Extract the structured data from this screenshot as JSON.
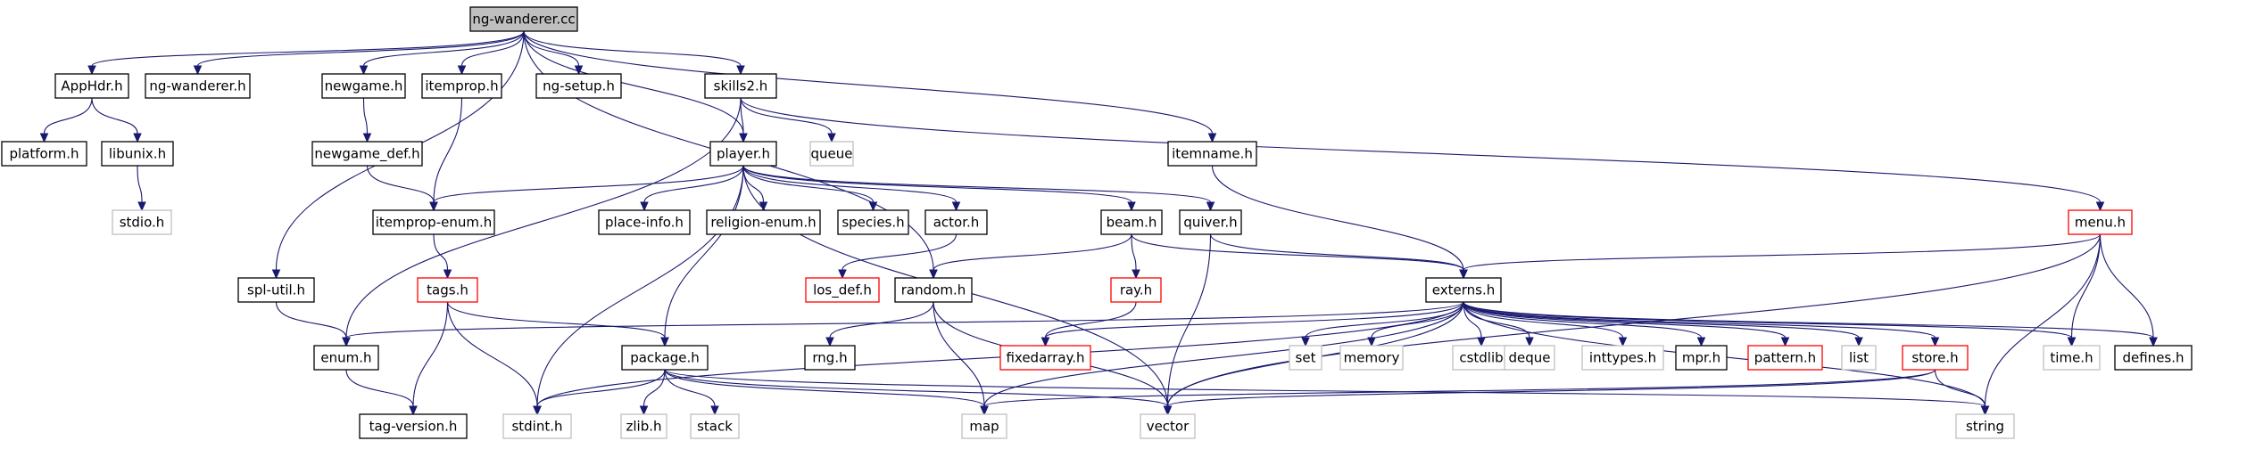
{
  "colors": {
    "edge": "#191970",
    "border_normal": "#000000",
    "border_truncated": "#ff0000",
    "border_external": "#bfbfbf",
    "fill_root": "#bfbfbf",
    "fill": "#ffffff"
  },
  "nodes": [
    {
      "id": "ng_wanderer_cc",
      "label": "ng-wanderer.cc",
      "kind": "root"
    },
    {
      "id": "apphdr_h",
      "label": "AppHdr.h",
      "kind": "normal"
    },
    {
      "id": "ng_wanderer_h",
      "label": "ng-wanderer.h",
      "kind": "normal"
    },
    {
      "id": "newgame_h",
      "label": "newgame.h",
      "kind": "normal"
    },
    {
      "id": "itemprop_h",
      "label": "itemprop.h",
      "kind": "normal"
    },
    {
      "id": "ng_setup_h",
      "label": "ng-setup.h",
      "kind": "normal"
    },
    {
      "id": "skills2_h",
      "label": "skills2.h",
      "kind": "normal"
    },
    {
      "id": "itemname_h",
      "label": "itemname.h",
      "kind": "normal"
    },
    {
      "id": "platform_h",
      "label": "platform.h",
      "kind": "normal"
    },
    {
      "id": "libunix_h",
      "label": "libunix.h",
      "kind": "normal"
    },
    {
      "id": "newgame_def_h",
      "label": "newgame_def.h",
      "kind": "normal"
    },
    {
      "id": "player_h",
      "label": "player.h",
      "kind": "normal"
    },
    {
      "id": "queue",
      "label": "queue",
      "kind": "external"
    },
    {
      "id": "stdio_h",
      "label": "stdio.h",
      "kind": "external"
    },
    {
      "id": "itemprop_enum_h",
      "label": "itemprop-enum.h",
      "kind": "normal"
    },
    {
      "id": "place_info_h",
      "label": "place-info.h",
      "kind": "normal"
    },
    {
      "id": "religion_enum_h",
      "label": "religion-enum.h",
      "kind": "normal"
    },
    {
      "id": "species_h",
      "label": "species.h",
      "kind": "normal"
    },
    {
      "id": "actor_h",
      "label": "actor.h",
      "kind": "normal"
    },
    {
      "id": "beam_h",
      "label": "beam.h",
      "kind": "normal"
    },
    {
      "id": "quiver_h",
      "label": "quiver.h",
      "kind": "normal"
    },
    {
      "id": "menu_h",
      "label": "menu.h",
      "kind": "truncated"
    },
    {
      "id": "spl_util_h",
      "label": "spl-util.h",
      "kind": "normal"
    },
    {
      "id": "tags_h",
      "label": "tags.h",
      "kind": "truncated"
    },
    {
      "id": "los_def_h",
      "label": "los_def.h",
      "kind": "truncated"
    },
    {
      "id": "ray_h",
      "label": "ray.h",
      "kind": "truncated"
    },
    {
      "id": "random_h",
      "label": "random.h",
      "kind": "normal"
    },
    {
      "id": "externs_h",
      "label": "externs.h",
      "kind": "normal"
    },
    {
      "id": "enum_h",
      "label": "enum.h",
      "kind": "normal"
    },
    {
      "id": "package_h",
      "label": "package.h",
      "kind": "normal"
    },
    {
      "id": "rng_h",
      "label": "rng.h",
      "kind": "normal"
    },
    {
      "id": "fixedarray_h",
      "label": "fixedarray.h",
      "kind": "truncated"
    },
    {
      "id": "set",
      "label": "set",
      "kind": "external"
    },
    {
      "id": "memory",
      "label": "memory",
      "kind": "external"
    },
    {
      "id": "cstdlib",
      "label": "cstdlib",
      "kind": "external"
    },
    {
      "id": "deque",
      "label": "deque",
      "kind": "external"
    },
    {
      "id": "inttypes_h",
      "label": "inttypes.h",
      "kind": "external"
    },
    {
      "id": "mpr_h",
      "label": "mpr.h",
      "kind": "normal"
    },
    {
      "id": "pattern_h",
      "label": "pattern.h",
      "kind": "truncated"
    },
    {
      "id": "list",
      "label": "list",
      "kind": "external"
    },
    {
      "id": "store_h",
      "label": "store.h",
      "kind": "truncated"
    },
    {
      "id": "time_h",
      "label": "time.h",
      "kind": "external"
    },
    {
      "id": "defines_h",
      "label": "defines.h",
      "kind": "normal"
    },
    {
      "id": "tag_version_h",
      "label": "tag-version.h",
      "kind": "normal"
    },
    {
      "id": "stdint_h",
      "label": "stdint.h",
      "kind": "external"
    },
    {
      "id": "zlib_h",
      "label": "zlib.h",
      "kind": "external"
    },
    {
      "id": "stack",
      "label": "stack",
      "kind": "external"
    },
    {
      "id": "map",
      "label": "map",
      "kind": "external"
    },
    {
      "id": "vector",
      "label": "vector",
      "kind": "external"
    },
    {
      "id": "string",
      "label": "string",
      "kind": "external"
    }
  ],
  "edges": [
    [
      "ng_wanderer_cc",
      "apphdr_h"
    ],
    [
      "ng_wanderer_cc",
      "ng_wanderer_h"
    ],
    [
      "ng_wanderer_cc",
      "newgame_h"
    ],
    [
      "ng_wanderer_cc",
      "itemprop_h"
    ],
    [
      "ng_wanderer_cc",
      "ng_setup_h"
    ],
    [
      "ng_wanderer_cc",
      "skills2_h"
    ],
    [
      "ng_wanderer_cc",
      "player_h"
    ],
    [
      "ng_wanderer_cc",
      "itemname_h"
    ],
    [
      "ng_wanderer_cc",
      "spl_util_h"
    ],
    [
      "ng_wanderer_cc",
      "random_h"
    ],
    [
      "apphdr_h",
      "platform_h"
    ],
    [
      "apphdr_h",
      "libunix_h"
    ],
    [
      "libunix_h",
      "stdio_h"
    ],
    [
      "newgame_h",
      "newgame_def_h"
    ],
    [
      "newgame_def_h",
      "itemprop_enum_h"
    ],
    [
      "itemprop_h",
      "itemprop_enum_h"
    ],
    [
      "skills2_h",
      "player_h"
    ],
    [
      "skills2_h",
      "queue"
    ],
    [
      "skills2_h",
      "enum_h"
    ],
    [
      "skills2_h",
      "menu_h"
    ],
    [
      "itemname_h",
      "externs_h"
    ],
    [
      "player_h",
      "itemprop_enum_h"
    ],
    [
      "player_h",
      "place_info_h"
    ],
    [
      "player_h",
      "religion_enum_h"
    ],
    [
      "player_h",
      "species_h"
    ],
    [
      "player_h",
      "actor_h"
    ],
    [
      "player_h",
      "beam_h"
    ],
    [
      "player_h",
      "quiver_h"
    ],
    [
      "player_h",
      "package_h"
    ],
    [
      "player_h",
      "stdint_h"
    ],
    [
      "player_h",
      "vector"
    ],
    [
      "itemprop_enum_h",
      "tags_h"
    ],
    [
      "tags_h",
      "package_h"
    ],
    [
      "tags_h",
      "tag_version_h"
    ],
    [
      "tags_h",
      "stdint_h"
    ],
    [
      "actor_h",
      "los_def_h"
    ],
    [
      "beam_h",
      "ray_h"
    ],
    [
      "beam_h",
      "random_h"
    ],
    [
      "beam_h",
      "externs_h"
    ],
    [
      "ray_h",
      "fixedarray_h"
    ],
    [
      "quiver_h",
      "externs_h"
    ],
    [
      "quiver_h",
      "vector"
    ],
    [
      "menu_h",
      "externs_h"
    ],
    [
      "menu_h",
      "time_h"
    ],
    [
      "menu_h",
      "defines_h"
    ],
    [
      "menu_h",
      "vector"
    ],
    [
      "menu_h",
      "string"
    ],
    [
      "spl_util_h",
      "enum_h"
    ],
    [
      "random_h",
      "rng_h"
    ],
    [
      "random_h",
      "map"
    ],
    [
      "random_h",
      "vector"
    ],
    [
      "externs_h",
      "enum_h"
    ],
    [
      "externs_h",
      "fixedarray_h"
    ],
    [
      "externs_h",
      "set"
    ],
    [
      "externs_h",
      "memory"
    ],
    [
      "externs_h",
      "cstdlib"
    ],
    [
      "externs_h",
      "deque"
    ],
    [
      "externs_h",
      "inttypes_h"
    ],
    [
      "externs_h",
      "mpr_h"
    ],
    [
      "externs_h",
      "pattern_h"
    ],
    [
      "externs_h",
      "list"
    ],
    [
      "externs_h",
      "store_h"
    ],
    [
      "externs_h",
      "time_h"
    ],
    [
      "externs_h",
      "defines_h"
    ],
    [
      "externs_h",
      "stdint_h"
    ],
    [
      "externs_h",
      "map"
    ],
    [
      "externs_h",
      "vector"
    ],
    [
      "externs_h",
      "string"
    ],
    [
      "store_h",
      "map"
    ],
    [
      "store_h",
      "vector"
    ],
    [
      "store_h",
      "string"
    ],
    [
      "enum_h",
      "tag_version_h"
    ],
    [
      "package_h",
      "stdint_h"
    ],
    [
      "package_h",
      "zlib_h"
    ],
    [
      "package_h",
      "stack"
    ],
    [
      "package_h",
      "map"
    ],
    [
      "package_h",
      "vector"
    ],
    [
      "package_h",
      "string"
    ]
  ]
}
